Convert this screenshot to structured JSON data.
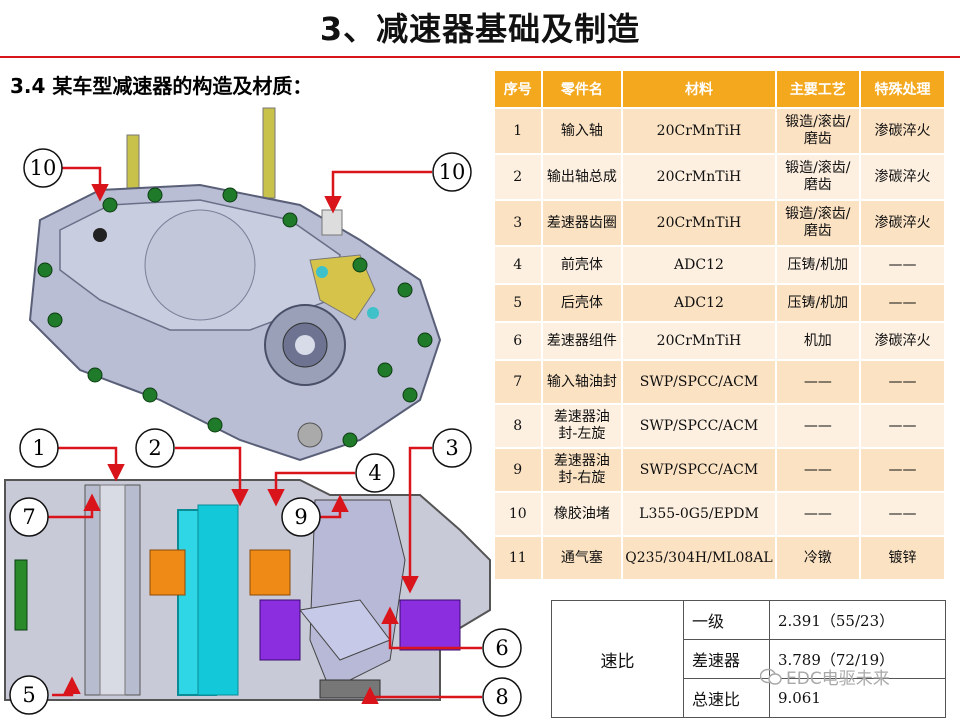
{
  "title": "3、减速器基础及制造",
  "subtitle": "3.4 某车型减速器的构造及材质：",
  "parts_table": {
    "headers": [
      "序号",
      "零件名",
      "材料",
      "主要工艺",
      "特殊处理"
    ],
    "rows": [
      [
        "1",
        "输入轴",
        "20CrMnTiH",
        "锻造/滚齿/磨齿",
        "渗碳淬火"
      ],
      [
        "2",
        "输出轴总成",
        "20CrMnTiH",
        "锻造/滚齿/磨齿",
        "渗碳淬火"
      ],
      [
        "3",
        "差速器齿圈",
        "20CrMnTiH",
        "锻造/滚齿/磨齿",
        "渗碳淬火"
      ],
      [
        "4",
        "前壳体",
        "ADC12",
        "压铸/机加",
        "——"
      ],
      [
        "5",
        "后壳体",
        "ADC12",
        "压铸/机加",
        "——"
      ],
      [
        "6",
        "差速器组件",
        "20CrMnTiH",
        "机加",
        "渗碳淬火"
      ],
      [
        "7",
        "输入轴油封",
        "SWP/SPCC/ACM",
        "——",
        "——"
      ],
      [
        "8",
        "差速器油封-左旋",
        "SWP/SPCC/ACM",
        "——",
        "——"
      ],
      [
        "9",
        "差速器油封-右旋",
        "SWP/SPCC/ACM",
        "——",
        "——"
      ],
      [
        "10",
        "橡胶油堵",
        "L355-0G5/EPDM",
        "——",
        "——"
      ],
      [
        "11",
        "通气塞",
        "Q235/304H/ML08AL",
        "冷镦",
        "镀锌"
      ]
    ]
  },
  "ratio_table": {
    "label": "速比",
    "rows": [
      {
        "name": "一级",
        "value": "2.391（55/23）"
      },
      {
        "name": "差速器",
        "value": "3.789（72/19）"
      },
      {
        "name": "总速比",
        "value": "9.061"
      }
    ]
  },
  "diagram_callouts": [
    "10",
    "10",
    "1",
    "2",
    "3",
    "4",
    "7",
    "9",
    "6",
    "5",
    "8"
  ],
  "watermark": "EDC电驱未来",
  "colors": {
    "header": "#f4a81d",
    "row_a": "#fbe2c3",
    "row_b": "#fdf0e1",
    "rule": "#d9141b",
    "arrow": "#d9141b"
  }
}
